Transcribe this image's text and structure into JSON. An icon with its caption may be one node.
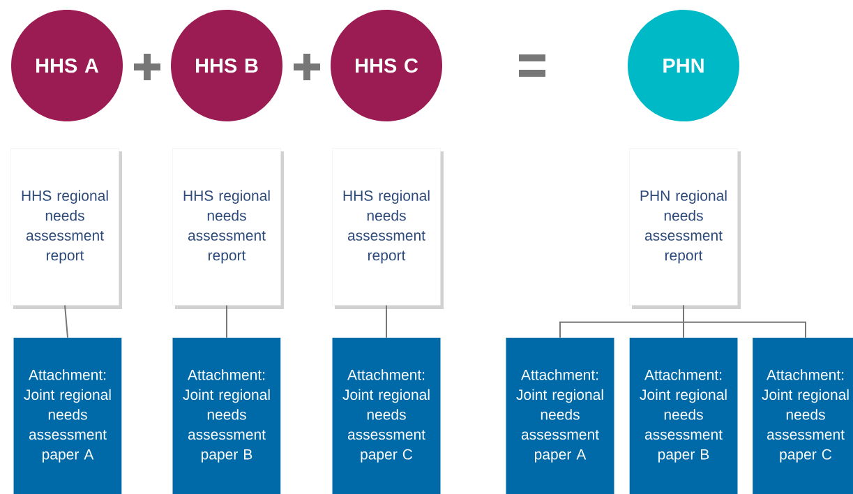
{
  "diagram": {
    "nodes": [
      {
        "text": [
          "HHS A"
        ]
      },
      {
        "text": [
          "HHS B"
        ]
      },
      {
        "text": [
          "HHS C"
        ]
      },
      {
        "text": [
          "PHN"
        ]
      },
      {
        "text": [
          "HHS regional needs assessment report"
        ]
      },
      {
        "text": [
          "HHS regional needs assessment report"
        ]
      },
      {
        "text": [
          "HHS regional needs assessment report"
        ]
      },
      {
        "text": [
          "PHN regional needs assessment report"
        ]
      },
      {
        "text": [
          "Attachment: Joint regional needs assessment paper A"
        ]
      },
      {
        "text": [
          "Attachment: Joint regional needs assessment paper B"
        ]
      },
      {
        "text": [
          "Attachment: Joint regional needs assessment paper C"
        ]
      },
      {
        "text": [
          "Attachment: Joint regional needs assessment paper A"
        ]
      },
      {
        "text": [
          "Attachment: Joint regional needs assessment paper B"
        ]
      },
      {
        "text": [
          "Attachment: Joint regional needs assessment paper C"
        ]
      }
    ],
    "edges": [
      {
        "from": 4,
        "to": 8,
        "arrow": "none"
      },
      {
        "from": 5,
        "to": 9,
        "arrow": "none"
      },
      {
        "from": 6,
        "to": 10,
        "arrow": "none"
      },
      {
        "from": 7,
        "to": 11,
        "arrow": "none"
      },
      {
        "from": 7,
        "to": 12,
        "arrow": "none"
      },
      {
        "from": 7,
        "to": 13,
        "arrow": "none"
      }
    ]
  }
}
